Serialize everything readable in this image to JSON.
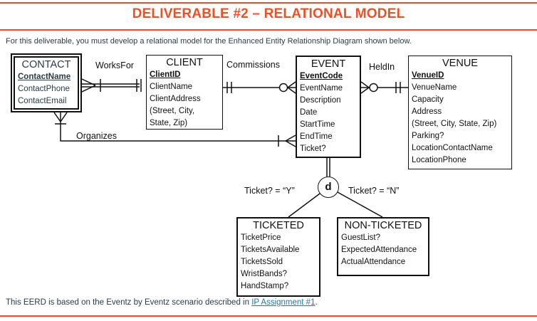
{
  "header": {
    "title": "DELIVERABLE #2 – RELATIONAL MODEL"
  },
  "intro": "For this deliverable, you must develop a relational model for the Enhanced Entity Relationship Diagram shown below.",
  "diagram": {
    "entities": {
      "contact": {
        "name": "CONTACT",
        "attributes": [
          {
            "text": "ContactName",
            "key": true
          },
          {
            "text": "ContactPhone",
            "key": false
          },
          {
            "text": "ContactEmail",
            "key": false
          }
        ]
      },
      "client": {
        "name": "CLIENT",
        "attributes": [
          {
            "text": "ClientID",
            "key": true
          },
          {
            "text": "ClientName",
            "key": false
          },
          {
            "text": "ClientAddress",
            "key": false
          },
          {
            "text": "(Street, City,",
            "key": false
          },
          {
            "text": "State, Zip)",
            "key": false
          }
        ]
      },
      "event": {
        "name": "EVENT",
        "attributes": [
          {
            "text": "EventCode",
            "key": true
          },
          {
            "text": "EventName",
            "key": false
          },
          {
            "text": "Description",
            "key": false
          },
          {
            "text": "Date",
            "key": false
          },
          {
            "text": "StartTime",
            "key": false
          },
          {
            "text": "EndTime",
            "key": false
          },
          {
            "text": "Ticket?",
            "key": false
          }
        ]
      },
      "venue": {
        "name": "VENUE",
        "attributes": [
          {
            "text": "VenueID",
            "key": true
          },
          {
            "text": "VenueName",
            "key": false
          },
          {
            "text": "Capacity",
            "key": false
          },
          {
            "text": "Address",
            "key": false
          },
          {
            "text": "(Street, City, State, Zip)",
            "key": false
          },
          {
            "text": "Parking?",
            "key": false
          },
          {
            "text": "LocationContactName",
            "key": false
          },
          {
            "text": "LocationPhone",
            "key": false
          }
        ]
      },
      "ticketed": {
        "name": "TICKETED",
        "attributes": [
          {
            "text": "TicketPrice",
            "key": false
          },
          {
            "text": "TicketsAvailable",
            "key": false
          },
          {
            "text": "TicketsSold",
            "key": false
          },
          {
            "text": "WristBands?",
            "key": false
          },
          {
            "text": "HandStamp?",
            "key": false
          }
        ]
      },
      "non_ticketed": {
        "name": "NON-TICKETED",
        "attributes": [
          {
            "text": "GuestList?",
            "key": false
          },
          {
            "text": "ExpectedAttendance",
            "key": false
          },
          {
            "text": "ActualAttendance",
            "key": false
          }
        ]
      }
    },
    "relationships": {
      "works_for": "WorksFor",
      "commissions": "Commissions",
      "held_in": "HeldIn",
      "organizes": "Organizes"
    },
    "specialization": {
      "symbol": "d",
      "left_condition": "Ticket? = “Y”",
      "right_condition": "Ticket? = “N”"
    }
  },
  "footer": {
    "text_before_link": "This EERD is based on the Eventz by Eventz scenario described in ",
    "link_text": "IP Assignment #1",
    "text_after_link": "."
  },
  "colors": {
    "accent": "#F04E23",
    "body_text": "#2D3B45",
    "link": "#2576A9",
    "diagram_ink": "#111111"
  }
}
